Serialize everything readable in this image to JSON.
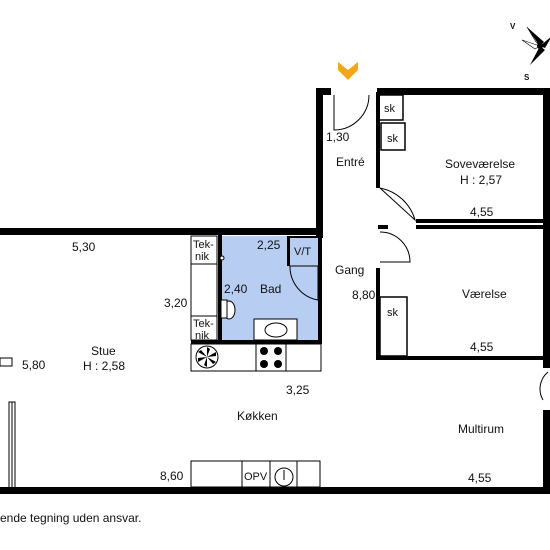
{
  "labels": {
    "hall_dim": "1,30",
    "hall_name": "Entré",
    "closet1": "sk",
    "closet2": "sk",
    "closet3": "sk",
    "bedroom_name": "Soveværelse",
    "bedroom_height": "H : 2,57",
    "bedroom_dim": "4,55",
    "stue_top_dim": "5,30",
    "teknik1_a": "Tek-",
    "teknik1_b": "nik",
    "bath_top_dim": "2,25",
    "vt": "V/T",
    "bath_dim": "2,40",
    "bath_name": "Bad",
    "gang_name": "Gang",
    "stue_side_dim": "3,20",
    "teknik2_a": "Tek-",
    "teknik2_b": "nik",
    "gang_dim": "8,80",
    "room2_name": "Værelse",
    "room2_dim": "4,55",
    "stue_name": "Stue",
    "stue_height": "H : 2,58",
    "left_dim": "5,80",
    "kitchen_dim": "3,25",
    "kitchen_name": "Køkken",
    "multi_name": "Multirum",
    "bottom_left_dim": "8,60",
    "opv": "OPV",
    "bottom_right_dim": "4,55",
    "disclaimer": "ende tegning uden ansvar."
  },
  "compass": {
    "v": "V",
    "s": "S"
  },
  "colors": {
    "wall": "#000000",
    "bath_fill": "#b7cdf2",
    "entry_arrow": "#f0a818"
  }
}
